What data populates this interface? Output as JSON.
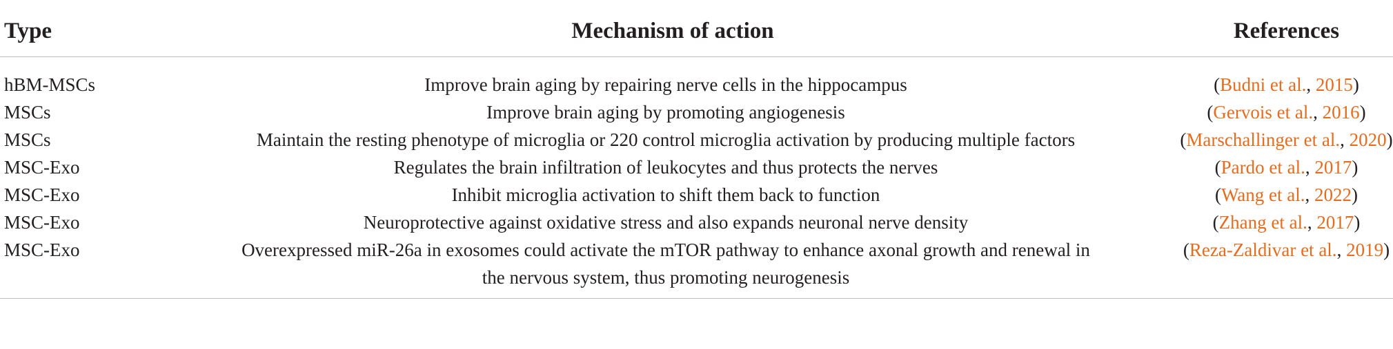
{
  "headers": {
    "type": "Type",
    "mechanism": "Mechanism of action",
    "references": "References"
  },
  "rows": [
    {
      "type": "hBM-MSCs",
      "mechanism": "Improve brain aging by repairing nerve cells in the hippocampus",
      "ref_author": "Budni et al.",
      "ref_year": "2015"
    },
    {
      "type": "MSCs",
      "mechanism": "Improve brain aging by promoting angiogenesis",
      "ref_author": "Gervois et al.",
      "ref_year": "2016"
    },
    {
      "type": "MSCs",
      "mechanism": "Maintain the resting phenotype of microglia or 220 control microglia activation by producing multiple factors",
      "ref_author": "Marschallinger et al.",
      "ref_year": "2020"
    },
    {
      "type": "MSC-Exo",
      "mechanism": "Regulates the brain infiltration of leukocytes and thus protects the nerves",
      "ref_author": "Pardo et al.",
      "ref_year": "2017"
    },
    {
      "type": "MSC-Exo",
      "mechanism": "Inhibit microglia activation to shift them back to function",
      "ref_author": "Wang et al.",
      "ref_year": "2022"
    },
    {
      "type": "MSC-Exo",
      "mechanism": "Neuroprotective against oxidative stress and also expands neuronal nerve density",
      "ref_author": "Zhang et al.",
      "ref_year": "2017"
    },
    {
      "type": "MSC-Exo",
      "mechanism": "Overexpressed miR-26a in exosomes could activate the mTOR pathway to enhance axonal growth and renewal in the nervous system, thus promoting neurogenesis",
      "ref_author": "Reza-Zaldivar et al.",
      "ref_year": "2019"
    }
  ],
  "colors": {
    "text": "#231f20",
    "link": "#e46c1f",
    "rule": "#bdbdbd"
  }
}
